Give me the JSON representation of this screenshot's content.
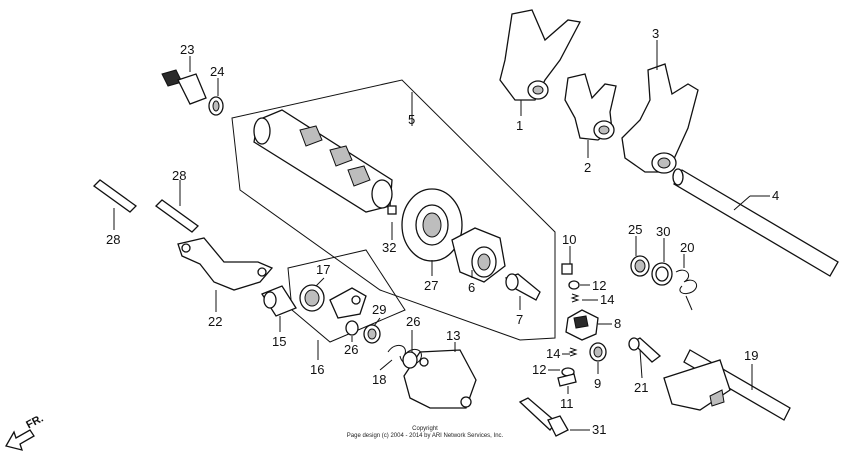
{
  "callouts": {
    "c1": "1",
    "c2": "2",
    "c3": "3",
    "c4": "4",
    "c5": "5",
    "c6": "6",
    "c7": "7",
    "c8": "8",
    "c9": "9",
    "c10": "10",
    "c11": "11",
    "c12a": "12",
    "c12b": "12",
    "c13": "13",
    "c14a": "14",
    "c14b": "14",
    "c15": "15",
    "c16": "16",
    "c17": "17",
    "c18": "18",
    "c19": "19",
    "c20": "20",
    "c21": "21",
    "c22": "22",
    "c23": "23",
    "c24": "24",
    "c25": "25",
    "c26a": "26",
    "c26b": "26",
    "c27": "27",
    "c28a": "28",
    "c28b": "28",
    "c29": "29",
    "c30": "30",
    "c31": "31",
    "c32": "32"
  },
  "copyright": {
    "line1": "Copyright",
    "line2": "Page design (c) 2004 - 2014 by ARI Network Services, Inc."
  },
  "direction": {
    "label": "FR."
  }
}
